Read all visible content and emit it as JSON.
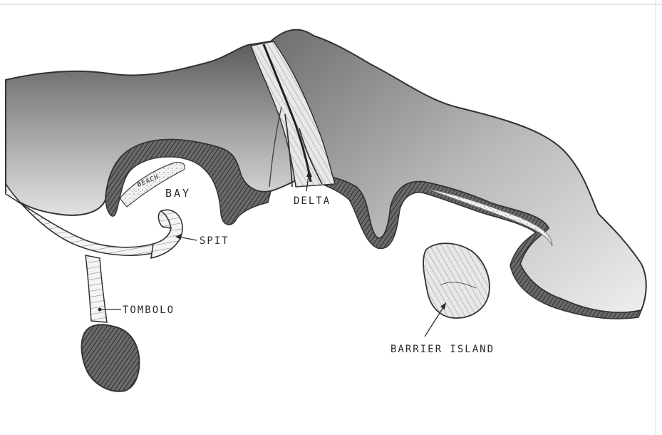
{
  "labels": {
    "beach": "BEACH",
    "bay": "BAY",
    "delta": "DELTA",
    "spit": "SPIT",
    "tombolo": "TOMBOLO",
    "barrier_island": "BARRIER ISLAND"
  },
  "colors": {
    "paper": "#ffffff",
    "dark_shading": "#4a4a4a",
    "mid_shading": "#8f8f8f",
    "light_shading": "#d6d6d6",
    "ink": "#2a2a2a"
  }
}
